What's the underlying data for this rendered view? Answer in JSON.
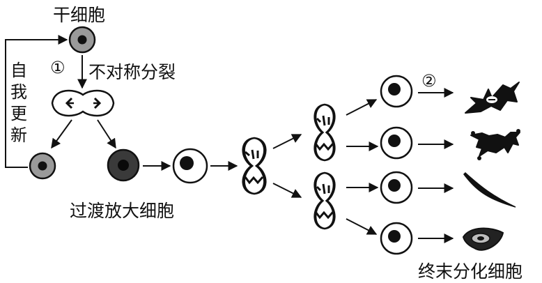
{
  "labels": {
    "stem_cell": "干细胞",
    "step1_marker": "①",
    "asymmetric_division": "不对称分裂",
    "self_renewal": "自我更新",
    "transit_amplifying": "过渡放大细胞",
    "step2_marker": "②",
    "terminal_differentiation": "终末分化细胞"
  },
  "colors": {
    "stroke": "#111111",
    "cell_fill": "#ffffff",
    "stem_cytoplasm": "#9a9a9a",
    "dark_cytoplasm": "#3a3a3a",
    "nucleus": "#111111"
  }
}
